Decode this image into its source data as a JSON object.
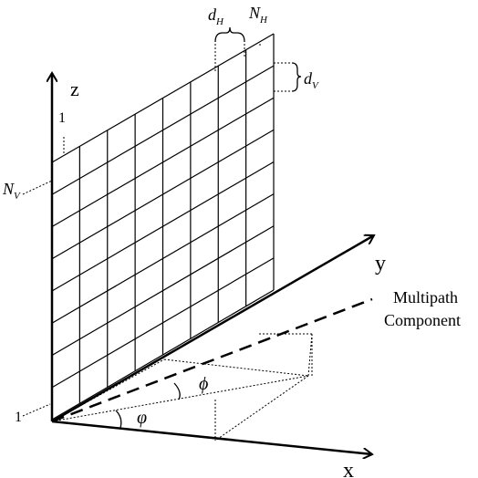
{
  "axes": {
    "x": "x",
    "y": "y",
    "z": "z"
  },
  "array": {
    "columns": 8,
    "rows": 8,
    "d_h": "d",
    "d_h_sub": "H",
    "n_h": "N",
    "n_h_sub": "H",
    "d_v": "d",
    "d_v_sub": "V",
    "n_v": "N",
    "n_v_sub": "V",
    "first_row_label": "1",
    "first_col_label": "1"
  },
  "multipath": {
    "line1": "Multipath",
    "line2": "Component"
  },
  "angles": {
    "elevation": "ϕ",
    "azimuth": "φ"
  }
}
